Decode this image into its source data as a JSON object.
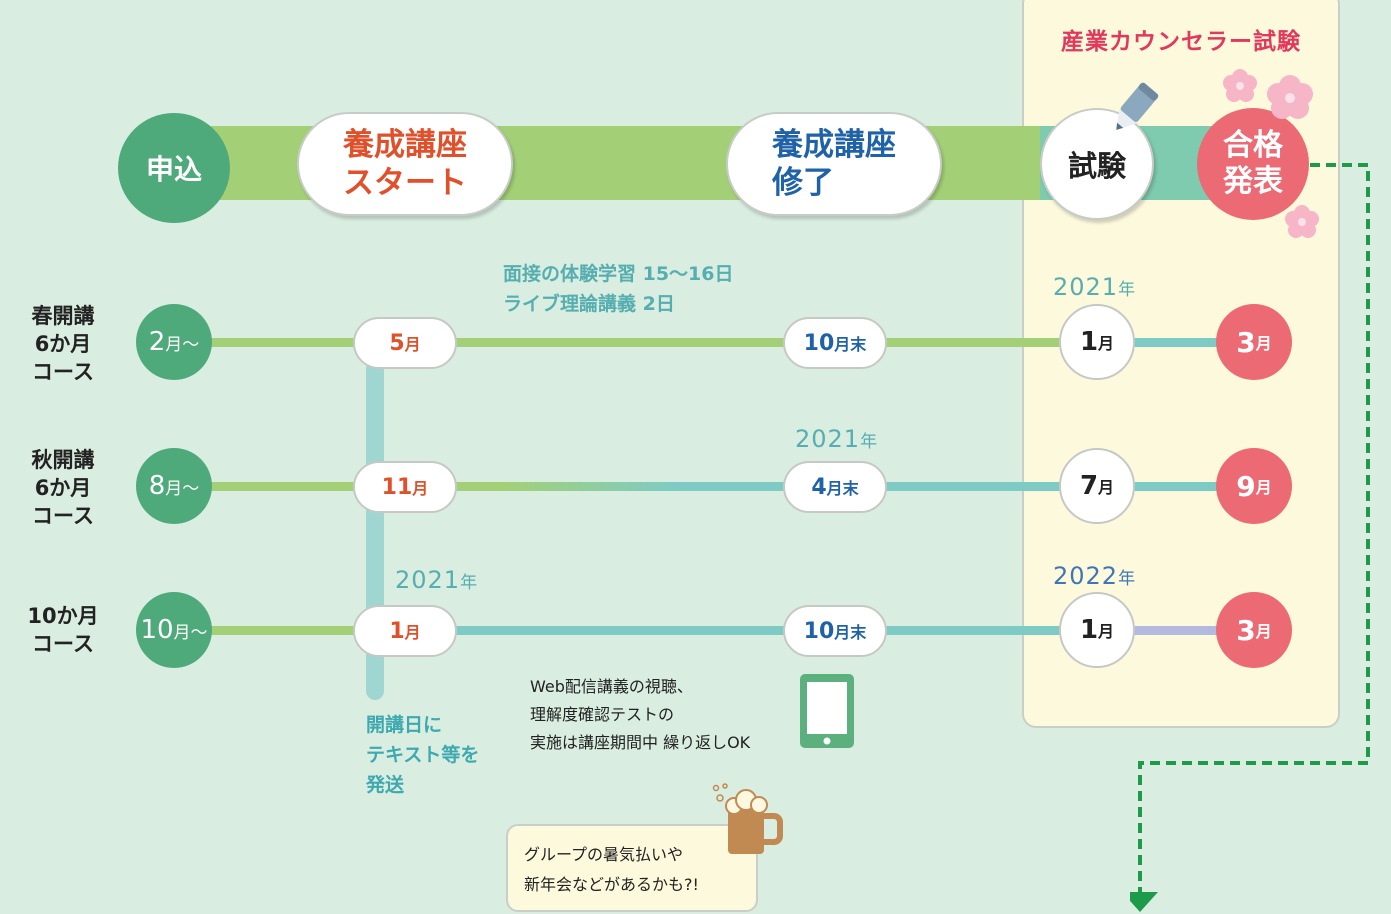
{
  "exam_panel": {
    "title": "産業カウンセラー試験"
  },
  "header": {
    "apply": "申込",
    "course_start_line1": "養成講座",
    "course_start_line2": "スタート",
    "course_end_line1": "養成講座",
    "course_end_line2": "修了",
    "exam": "試験",
    "pass_line1": "合格",
    "pass_line2": "発表"
  },
  "notes": {
    "interview_line1": "面接の体験学習 15～16日",
    "interview_line2": "ライブ理論講義 2日",
    "shipping_line1": "開講日に",
    "shipping_line2": "テキスト等を",
    "shipping_line3": "発送",
    "web_line1": "Web配信講義の視聴、",
    "web_line2": "理解度確認テストの",
    "web_line3": "実施は講座期間中 繰り返しOK",
    "party_line1": "グループの暑気払いや",
    "party_line2": "新年会などがあるかも?!"
  },
  "rows": [
    {
      "label_line1": "春開講",
      "label_line2": "6か月",
      "label_line3": "コース",
      "apply_num": "2",
      "apply_unit": "月～",
      "start_num": "5",
      "start_unit": "月",
      "end_num": "10",
      "end_unit": "月末",
      "exam_year_num": "2021",
      "exam_year_unit": "年",
      "exam_num": "1",
      "exam_unit": "月",
      "pass_num": "3",
      "pass_unit": "月"
    },
    {
      "label_line1": "秋開講",
      "label_line2": "6か月",
      "label_line3": "コース",
      "apply_num": "8",
      "apply_unit": "月～",
      "start_num": "11",
      "start_unit": "月",
      "end_year_num": "2021",
      "end_year_unit": "年",
      "end_num": "4",
      "end_unit": "月末",
      "exam_num": "7",
      "exam_unit": "月",
      "pass_num": "9",
      "pass_unit": "月"
    },
    {
      "label_line1": "10か月",
      "label_line2": "コース",
      "apply_num": "10",
      "apply_unit": "月～",
      "start_year_num": "2021",
      "start_year_unit": "年",
      "start_num": "1",
      "start_unit": "月",
      "end_num": "10",
      "end_unit": "月末",
      "exam_year_num": "2022",
      "exam_year_unit": "年",
      "exam_num": "1",
      "exam_unit": "月",
      "pass_num": "3",
      "pass_unit": "月"
    }
  ],
  "colors": {
    "background": "#d9ede0",
    "green_band": "#a3d077",
    "teal_band": "#7ecbb0",
    "apply_green": "#4faa7b",
    "start_orange": "#e0512b",
    "end_blue": "#1f62a8",
    "pass_pink": "#ec6a74",
    "exam_title_red": "#e2385c",
    "dashed_arrow": "#1d9a4a"
  }
}
